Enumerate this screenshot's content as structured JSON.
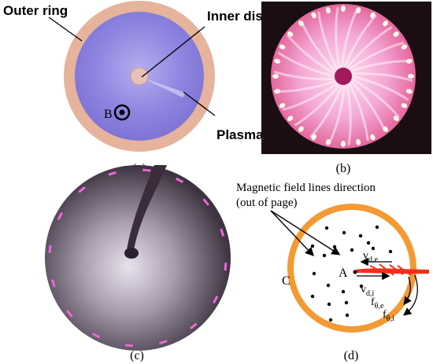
{
  "panel_a": {
    "label": "(a)",
    "outer_ring_label": "Outer ring",
    "inner_disk_label": "Inner disk",
    "plasma_label": "Plasma",
    "field_label": "B"
  },
  "panel_b": {
    "label": "(b)"
  },
  "panel_c": {
    "label": "(c)"
  },
  "panel_d": {
    "label": "(d)",
    "field_lines_text_line1": "Magnetic field lines direction",
    "field_lines_text_line2": "(out of page)",
    "point_label_a": "A",
    "point_label_c": "C",
    "v_d_e": "v",
    "v_d_e_sub": "d,e",
    "v_d_i": "v",
    "v_d_i_sub": "d,i",
    "f_theta_e": "f",
    "f_theta_e_sub": "θ,e",
    "f_theta_i": "f",
    "f_theta_i_sub": "θ,i"
  },
  "colors": {
    "ring_a": "#e6b39c",
    "plasma_a": "#8f86e0",
    "plasma_b": "#f3a6d4",
    "bg_c": "#3d3340",
    "ring_d": "#f39a33",
    "beam": "#f2311b"
  }
}
